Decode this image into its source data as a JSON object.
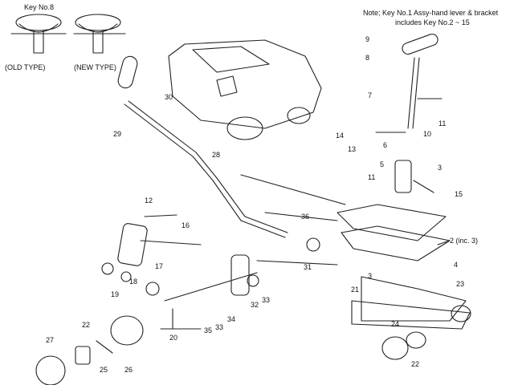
{
  "note": {
    "line1": "Note; Key No.1 Assy-hand lever & bracket",
    "line2": "includes Key No.2 ~ 15"
  },
  "key_note": "Key No.8",
  "old_type": "(OLD TYPE)",
  "new_type": "(NEW TYPE)",
  "callouts": [
    "2 (inc. 3)",
    "3",
    "3",
    "4",
    "5",
    "6",
    "7",
    "8",
    "9",
    "10",
    "11",
    "11",
    "12",
    "13",
    "14",
    "15",
    "16",
    "17",
    "18",
    "19",
    "20",
    "21",
    "22",
    "22",
    "23",
    "24",
    "25",
    "26",
    "27",
    "28",
    "29",
    "30",
    "31",
    "32",
    "33",
    "33",
    "34",
    "35",
    "36"
  ]
}
